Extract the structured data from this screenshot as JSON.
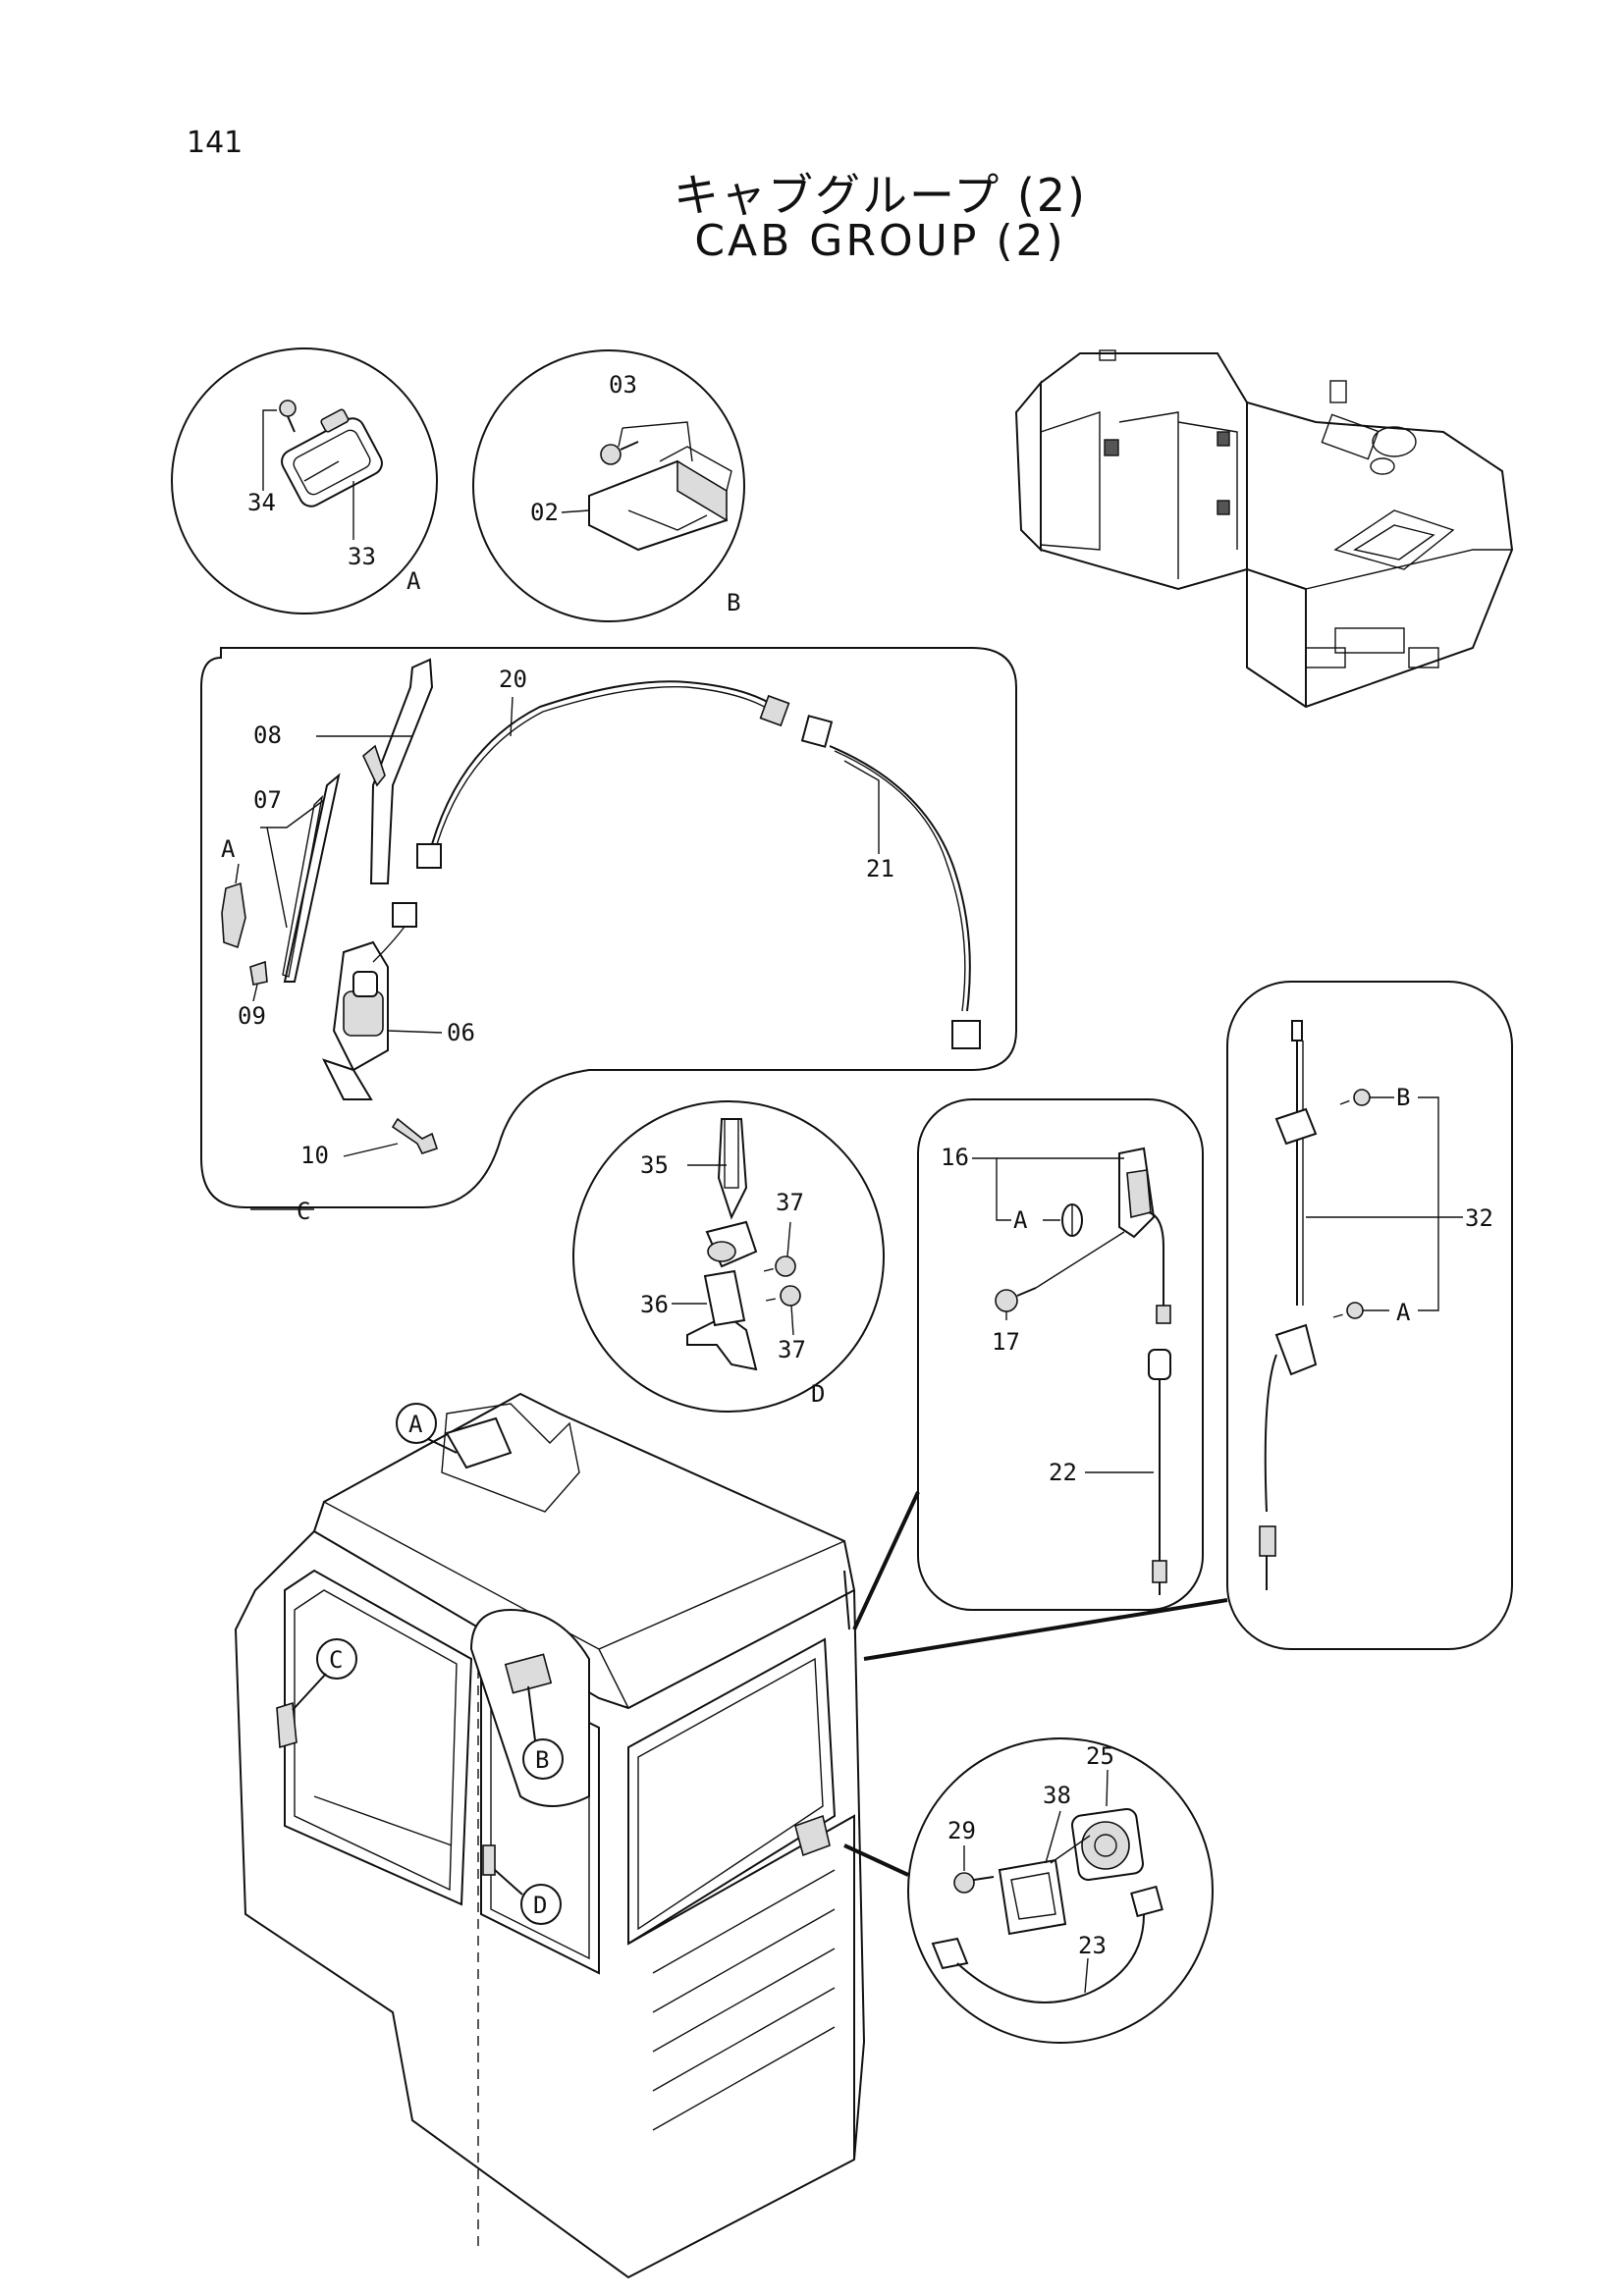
{
  "page_number": "141",
  "title_jp": "キャブグループ (2)",
  "title_en": "CAB GROUP (2)",
  "detail_labels": {
    "A": "A",
    "B": "B",
    "C": "C",
    "D": "D"
  },
  "part_labels": {
    "p02": "02",
    "p03": "03",
    "p06": "06",
    "p07": "07",
    "p08": "08",
    "p09": "09",
    "p10": "10",
    "p16": "16",
    "p17": "17",
    "p20": "20",
    "p21": "21",
    "p22": "22",
    "p23": "23",
    "p25": "25",
    "p29": "29",
    "p32": "32",
    "p33": "33",
    "p34": "34",
    "p35": "35",
    "p36": "36",
    "p37a": "37",
    "p37b": "37",
    "p38": "38"
  }
}
